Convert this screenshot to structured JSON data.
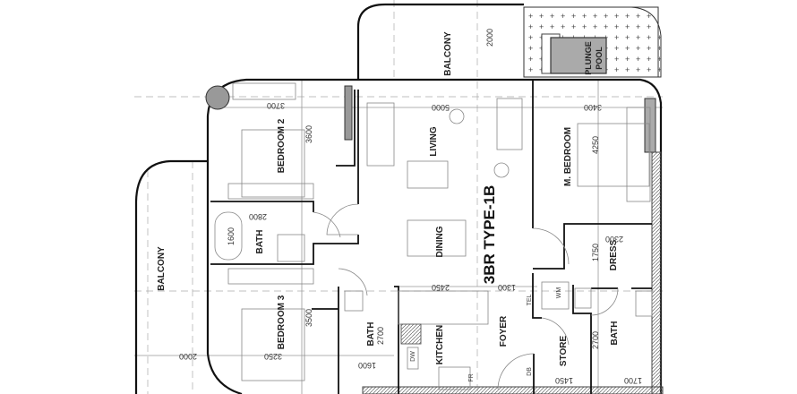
{
  "plan": {
    "title": "3BR TYPE-1B",
    "rooms": {
      "balcony_top": "BALCONY",
      "plunge_pool_1": "PLUNGE",
      "plunge_pool_2": "POOL",
      "bedroom2": "BEDROOM 2",
      "living": "LIVING",
      "master_bedroom": "M. BEDROOM",
      "bath_left": "BATH",
      "balcony_left": "BALCONY",
      "dining": "DINING",
      "dress": "DRESS",
      "bedroom3": "BEDROOM 3",
      "bath_mid": "BATH",
      "kitchen": "KITCHEN",
      "foyer": "FOYER",
      "store": "STORE",
      "bath_right": "BATH"
    },
    "fixtures": {
      "tel": "TEL",
      "wm": "WM",
      "dw": "DW",
      "fr": "FR",
      "db": "DB"
    },
    "dimensions": {
      "balcony_top": "2000",
      "bedroom2_width": "3700",
      "bedroom2_depth": "3600",
      "living_width": "5000",
      "mbed_width": "3400",
      "mbed_depth": "4250",
      "bath_left_width": "2800",
      "bath_left_depth": "1600",
      "dress_width": "2300",
      "dress_depth": "1750",
      "kitchen_width": "2450",
      "foyer_width": "1300",
      "bedroom3_depth": "3500",
      "bath_mid_depth": "2700",
      "bath_right_depth": "2700",
      "balcony_left": "2000",
      "bedroom3_width": "3250",
      "bath_mid_width": "1600",
      "store_width": "1450",
      "bath_right_width": "1700"
    }
  }
}
